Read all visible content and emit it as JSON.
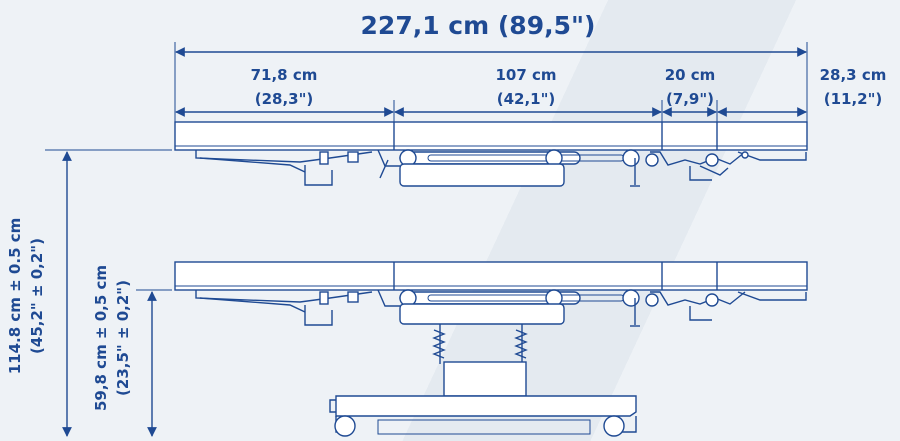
{
  "dimensions": {
    "total_length": "227,1 cm (89,5\")",
    "segment_head": {
      "cm": "71,8 cm",
      "inch": "(28,3\")"
    },
    "segment_middle": {
      "cm": "107 cm",
      "inch": "(42,1\")"
    },
    "segment_small": {
      "cm": "20 cm",
      "inch": "(7,9\")"
    },
    "segment_foot": {
      "cm": "28,3 cm",
      "inch": "(11,2\")"
    },
    "max_height": {
      "cm": "114.8 cm  ±  0.5 cm",
      "inch": "(45,2\"  ±  0,2\")"
    },
    "min_height": {
      "cm": "59,8 cm  ±  0,5 cm",
      "inch": "(23,5\"  ±  0,2\")"
    }
  },
  "colors": {
    "primary": "#1f4a93",
    "background": "#eef2f6"
  }
}
